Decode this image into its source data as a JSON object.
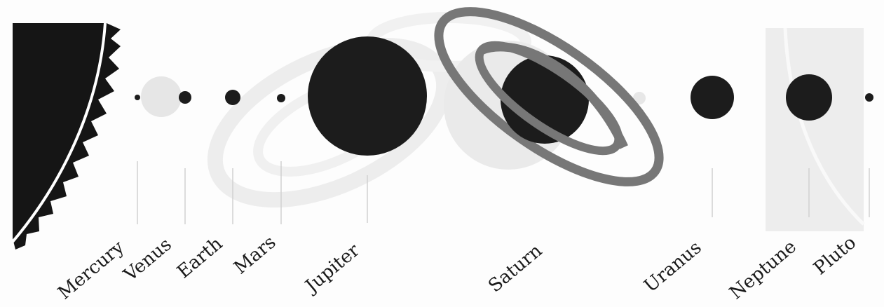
{
  "planets": [
    {
      "id": "mercury",
      "label": "Mercury"
    },
    {
      "id": "venus",
      "label": "Venus"
    },
    {
      "id": "earth",
      "label": "Earth"
    },
    {
      "id": "mars",
      "label": "Mars"
    },
    {
      "id": "jupiter",
      "label": "Jupiter"
    },
    {
      "id": "saturn",
      "label": "Saturn"
    },
    {
      "id": "uranus",
      "label": "Uranus"
    },
    {
      "id": "neptune",
      "label": "Neptune"
    },
    {
      "id": "pluto",
      "label": "Pluto"
    }
  ],
  "colors": {
    "planet": "#1c1c1c",
    "rings": "#777777",
    "ghost": "#e6e6e6",
    "leader": "#d0d0d0",
    "sun": "#151515",
    "sun_limb": "#ffffff"
  }
}
